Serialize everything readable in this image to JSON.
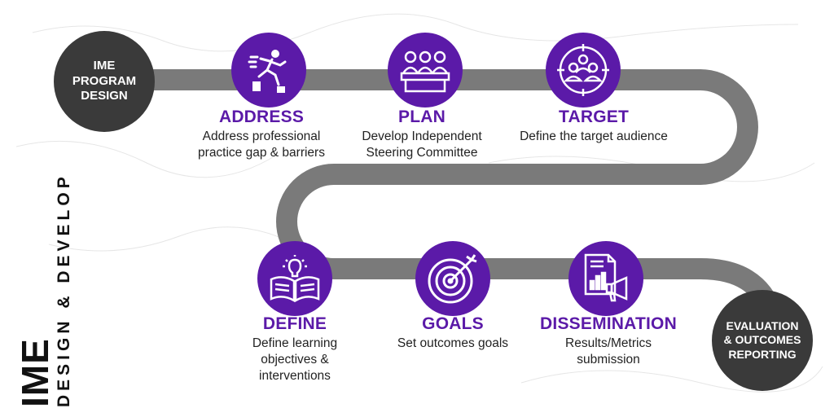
{
  "side_title": {
    "main": "IME",
    "sub": "DESIGN & DEVELOP"
  },
  "start": {
    "label": "IME\nPROGRAM\nDESIGN"
  },
  "end": {
    "label": "EVALUATION\n& OUTCOMES\nREPORTING"
  },
  "steps": [
    {
      "title": "ADDRESS",
      "desc": "Address professional\npractice gap & barriers",
      "icon": "hurdle-runner-icon"
    },
    {
      "title": "PLAN",
      "desc": "Develop Independent\nSteering Committee",
      "icon": "committee-icon"
    },
    {
      "title": "TARGET",
      "desc": "Define the target audience",
      "icon": "target-audience-icon"
    },
    {
      "title": "DEFINE",
      "desc": "Define learning\nobjectives &\ninterventions",
      "icon": "book-lightbulb-icon"
    },
    {
      "title": "GOALS",
      "desc": "Set outcomes goals",
      "icon": "bullseye-icon"
    },
    {
      "title": "DISSEMINATION",
      "desc": "Results/Metrics\nsubmission",
      "icon": "report-megaphone-icon"
    }
  ],
  "colors": {
    "purple": "#5b1aa8",
    "path": "#7a7a7a",
    "endcap": "#3a3a3a"
  }
}
